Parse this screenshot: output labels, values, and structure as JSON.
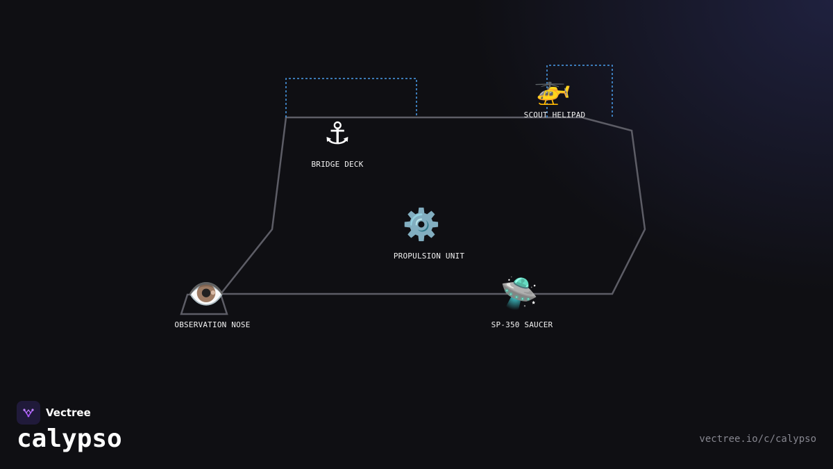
{
  "theme": {
    "background": "#0f0f13",
    "outline_color": "#5d5d66",
    "dashed_color": "#4a9eed",
    "label_color": "#f2f2f2",
    "accent_logo": "#a855f7"
  },
  "nodes": [
    {
      "id": "bridge-deck",
      "icon": "anchor-icon",
      "glyph": "⚓",
      "label": "BRIDGE DECK"
    },
    {
      "id": "scout-helipad",
      "icon": "helicopter-icon",
      "glyph": "🚁",
      "label": "SCOUT HELIPAD"
    },
    {
      "id": "propulsion-unit",
      "icon": "gear-icon",
      "glyph": "⚙️",
      "label": "PROPULSION UNIT"
    },
    {
      "id": "observation-nose",
      "icon": "eye-icon",
      "glyph": "👁️",
      "label": "OBSERVATION NOSE"
    },
    {
      "id": "sp-350-saucer",
      "icon": "flying-saucer-icon",
      "glyph": "🛸",
      "label": "SP-350 SAUCER"
    }
  ],
  "footer": {
    "brand": "Vectree",
    "project": "calypso",
    "url": "vectree.io/c/calypso"
  }
}
